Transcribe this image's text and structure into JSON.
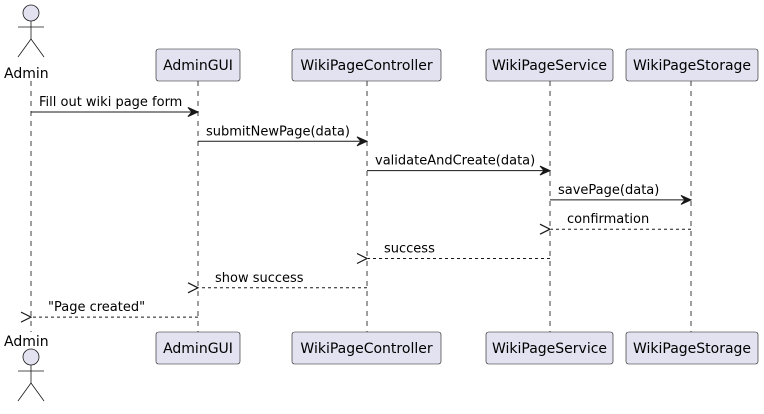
{
  "diagram": {
    "participants": [
      {
        "id": "admin",
        "label": "Admin",
        "kind": "actor"
      },
      {
        "id": "gui",
        "label": "AdminGUI",
        "kind": "participant"
      },
      {
        "id": "ctrl",
        "label": "WikiPageController",
        "kind": "participant"
      },
      {
        "id": "svc",
        "label": "WikiPageService",
        "kind": "participant"
      },
      {
        "id": "store",
        "label": "WikiPageStorage",
        "kind": "participant"
      }
    ],
    "messages": [
      {
        "from": "admin",
        "to": "gui",
        "label": "Fill out wiki page form",
        "style": "sync"
      },
      {
        "from": "gui",
        "to": "ctrl",
        "label": "submitNewPage(data)",
        "style": "sync"
      },
      {
        "from": "ctrl",
        "to": "svc",
        "label": "validateAndCreate(data)",
        "style": "sync"
      },
      {
        "from": "svc",
        "to": "store",
        "label": "savePage(data)",
        "style": "sync"
      },
      {
        "from": "store",
        "to": "svc",
        "label": "confirmation",
        "style": "return"
      },
      {
        "from": "svc",
        "to": "ctrl",
        "label": "success",
        "style": "return"
      },
      {
        "from": "ctrl",
        "to": "gui",
        "label": "show success",
        "style": "return"
      },
      {
        "from": "gui",
        "to": "admin",
        "label": "\"Page created\"",
        "style": "return"
      }
    ]
  }
}
